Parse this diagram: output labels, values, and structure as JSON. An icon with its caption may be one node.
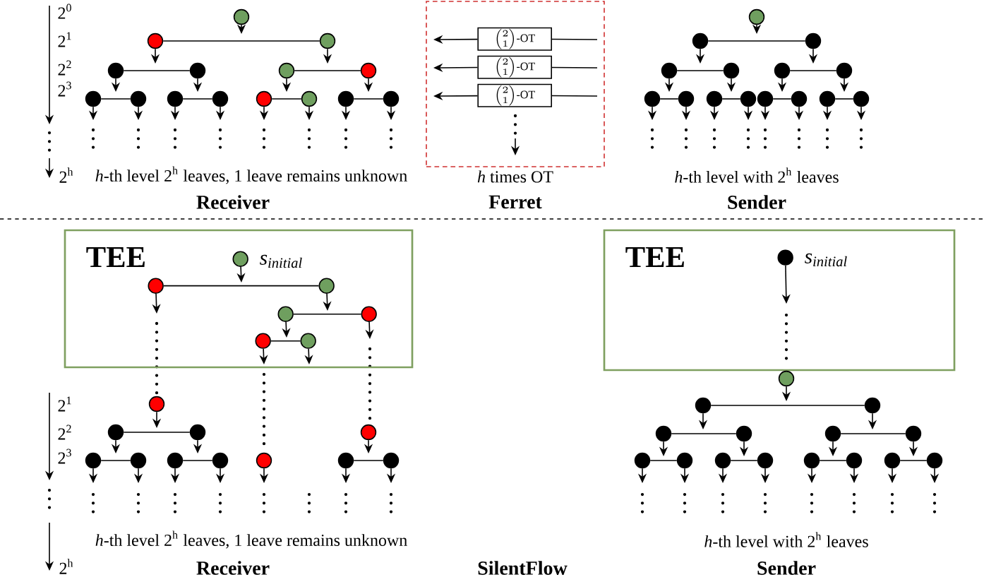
{
  "diagram": {
    "nodes": [
      {
        "text": [],
        "shape": "circle"
      },
      {
        "text": [],
        "shape": "circle"
      },
      {
        "text": [],
        "shape": "circle"
      },
      {
        "text": [],
        "shape": "circle"
      },
      {
        "text": [],
        "shape": "circle"
      },
      {
        "text": [],
        "shape": "circle"
      },
      {
        "text": [],
        "shape": "circle"
      },
      {
        "text": [],
        "shape": "circle"
      },
      {
        "text": [],
        "shape": "circle"
      },
      {
        "text": [],
        "shape": "circle"
      },
      {
        "text": [],
        "shape": "circle"
      },
      {
        "text": [],
        "shape": "circle"
      },
      {
        "text": [],
        "shape": "circle"
      },
      {
        "text": [],
        "shape": "circle"
      },
      {
        "text": [],
        "shape": "circle"
      },
      {
        "text": [
          "*h* times OT"
        ]
      },
      {
        "text": [
          "\\tbinom{2}{1}\\text{-OT}"
        ],
        "in": 15
      },
      {
        "text": [
          "\\tbinom{2}{1}\\text{-OT}"
        ],
        "in": 15
      },
      {
        "text": [
          "\\tbinom{2}{1}\\text{-OT}"
        ],
        "in": 15
      },
      {
        "text": [],
        "shape": "circle"
      },
      {
        "text": [],
        "shape": "circle"
      },
      {
        "text": [],
        "shape": "circle"
      },
      {
        "text": [],
        "shape": "circle"
      },
      {
        "text": [],
        "shape": "circle"
      },
      {
        "text": [],
        "shape": "circle"
      },
      {
        "text": [],
        "shape": "circle"
      },
      {
        "text": [],
        "shape": "circle"
      },
      {
        "text": [],
        "shape": "circle"
      },
      {
        "text": [],
        "shape": "circle"
      },
      {
        "text": [],
        "shape": "circle"
      },
      {
        "text": [],
        "shape": "circle"
      },
      {
        "text": [],
        "shape": "circle"
      },
      {
        "text": [],
        "shape": "circle"
      },
      {
        "text": [],
        "shape": "circle"
      },
      {
        "text": [
          "TEE"
        ]
      },
      {
        "text": [],
        "shape": "circle",
        "in": 34,
        "beside": [
          "*s*$_{initial}$"
        ]
      },
      {
        "text": [],
        "shape": "circle",
        "in": 34
      },
      {
        "text": [],
        "shape": "circle",
        "in": 34
      },
      {
        "text": [],
        "shape": "circle",
        "in": 34
      },
      {
        "text": [],
        "shape": "circle",
        "in": 34
      },
      {
        "text": [],
        "shape": "circle",
        "in": 34
      },
      {
        "text": [],
        "shape": "circle",
        "in": 34
      },
      {
        "text": [],
        "shape": "circle"
      },
      {
        "text": [],
        "shape": "circle"
      },
      {
        "text": [],
        "shape": "circle"
      },
      {
        "text": [],
        "shape": "circle"
      },
      {
        "text": [],
        "shape": "circle"
      },
      {
        "text": [],
        "shape": "circle"
      },
      {
        "text": [],
        "shape": "circle"
      },
      {
        "text": [],
        "shape": "circle"
      },
      {
        "text": [],
        "shape": "circle"
      },
      {
        "text": [],
        "shape": "circle"
      },
      {
        "text": [],
        "shape": "circle"
      },
      {
        "text": [
          "TEE"
        ]
      },
      {
        "text": [],
        "shape": "circle",
        "in": 53,
        "beside": [
          "*s*$_{initial}$"
        ]
      },
      {
        "text": [],
        "shape": "circle"
      },
      {
        "text": [],
        "shape": "circle"
      },
      {
        "text": [],
        "shape": "circle"
      },
      {
        "text": [],
        "shape": "circle"
      },
      {
        "text": [],
        "shape": "circle"
      },
      {
        "text": [],
        "shape": "circle"
      },
      {
        "text": [],
        "shape": "circle"
      },
      {
        "text": [],
        "shape": "circle"
      },
      {
        "text": [],
        "shape": "circle"
      },
      {
        "text": [],
        "shape": "circle"
      },
      {
        "text": [],
        "shape": "circle"
      },
      {
        "text": [],
        "shape": "circle"
      },
      {
        "text": [],
        "shape": "circle"
      },
      {
        "text": [],
        "shape": "circle"
      },
      {
        "text": [],
        "shape": "circle"
      }
    ],
    "edges": [
      {
        "from": 0,
        "to": null,
        "arrow": "to"
      },
      {
        "from": 1,
        "to": 2,
        "arrow": "none"
      },
      {
        "from": 1,
        "to": null,
        "arrow": "to"
      },
      {
        "from": 2,
        "to": null,
        "arrow": "to"
      },
      {
        "from": 3,
        "to": 4,
        "arrow": "none"
      },
      {
        "from": 5,
        "to": 6,
        "arrow": "none"
      },
      {
        "from": 3,
        "to": null,
        "arrow": "to"
      },
      {
        "from": 4,
        "to": null,
        "arrow": "to"
      },
      {
        "from": 5,
        "to": null,
        "arrow": "to"
      },
      {
        "from": 6,
        "to": null,
        "arrow": "to"
      },
      {
        "from": 7,
        "to": 8,
        "arrow": "none"
      },
      {
        "from": 9,
        "to": 10,
        "arrow": "none"
      },
      {
        "from": 11,
        "to": 12,
        "arrow": "none"
      },
      {
        "from": 13,
        "to": 14,
        "arrow": "none"
      },
      {
        "from": 7,
        "to": null,
        "arrow": "to"
      },
      {
        "from": 8,
        "to": null,
        "arrow": "to"
      },
      {
        "from": 9,
        "to": null,
        "arrow": "to"
      },
      {
        "from": 10,
        "to": null,
        "arrow": "to"
      },
      {
        "from": 11,
        "to": null,
        "arrow": "to"
      },
      {
        "from": 12,
        "to": null,
        "arrow": "to"
      },
      {
        "from": 13,
        "to": null,
        "arrow": "to"
      },
      {
        "from": 14,
        "to": null,
        "arrow": "to"
      },
      {
        "from": null,
        "to": 16,
        "arrow": "none"
      },
      {
        "from": 16,
        "to": null,
        "arrow": "to"
      },
      {
        "from": null,
        "to": 17,
        "arrow": "none"
      },
      {
        "from": 17,
        "to": null,
        "arrow": "to"
      },
      {
        "from": null,
        "to": 18,
        "arrow": "none"
      },
      {
        "from": 18,
        "to": null,
        "arrow": "to"
      },
      {
        "from": 19,
        "to": null,
        "arrow": "to"
      },
      {
        "from": 20,
        "to": 21,
        "arrow": "none"
      },
      {
        "from": 20,
        "to": null,
        "arrow": "to"
      },
      {
        "from": 21,
        "to": null,
        "arrow": "to"
      },
      {
        "from": 22,
        "to": 23,
        "arrow": "none"
      },
      {
        "from": 24,
        "to": 25,
        "arrow": "none"
      },
      {
        "from": 22,
        "to": null,
        "arrow": "to"
      },
      {
        "from": 23,
        "to": null,
        "arrow": "to"
      },
      {
        "from": 24,
        "to": null,
        "arrow": "to"
      },
      {
        "from": 25,
        "to": null,
        "arrow": "to"
      },
      {
        "from": 26,
        "to": 27,
        "arrow": "none"
      },
      {
        "from": 28,
        "to": 29,
        "arrow": "none"
      },
      {
        "from": 30,
        "to": 31,
        "arrow": "none"
      },
      {
        "from": 32,
        "to": 33,
        "arrow": "none"
      },
      {
        "from": 26,
        "to": null,
        "arrow": "to"
      },
      {
        "from": 27,
        "to": null,
        "arrow": "to"
      },
      {
        "from": 28,
        "to": null,
        "arrow": "to"
      },
      {
        "from": 29,
        "to": null,
        "arrow": "to"
      },
      {
        "from": 30,
        "to": null,
        "arrow": "to"
      },
      {
        "from": 31,
        "to": null,
        "arrow": "to"
      },
      {
        "from": 32,
        "to": null,
        "arrow": "to"
      },
      {
        "from": 33,
        "to": null,
        "arrow": "to"
      },
      {
        "from": 35,
        "to": null,
        "arrow": "to"
      },
      {
        "from": 36,
        "to": 37,
        "arrow": "none"
      },
      {
        "from": 36,
        "to": null,
        "arrow": "to"
      },
      {
        "from": 37,
        "to": null,
        "arrow": "to"
      },
      {
        "from": 38,
        "to": 39,
        "arrow": "none"
      },
      {
        "from": 38,
        "to": null,
        "arrow": "to"
      },
      {
        "from": 39,
        "to": null,
        "arrow": "to"
      },
      {
        "from": 40,
        "to": 41,
        "arrow": "none"
      },
      {
        "from": 40,
        "to": null,
        "arrow": "to"
      },
      {
        "from": 41,
        "to": null,
        "arrow": "to"
      },
      {
        "from": 42,
        "to": null,
        "arrow": "to"
      },
      {
        "from": 43,
        "to": 44,
        "arrow": "none"
      },
      {
        "from": 43,
        "to": null,
        "arrow": "to"
      },
      {
        "from": 44,
        "to": null,
        "arrow": "to"
      },
      {
        "from": 45,
        "to": 46,
        "arrow": "none"
      },
      {
        "from": 47,
        "to": 48,
        "arrow": "none"
      },
      {
        "from": 45,
        "to": null,
        "arrow": "to"
      },
      {
        "from": 46,
        "to": null,
        "arrow": "to"
      },
      {
        "from": 47,
        "to": null,
        "arrow": "to"
      },
      {
        "from": 48,
        "to": null,
        "arrow": "to"
      },
      {
        "from": 49,
        "to": null,
        "arrow": "to"
      },
      {
        "from": 50,
        "to": null,
        "arrow": "to"
      },
      {
        "from": 51,
        "to": 52,
        "arrow": "none"
      },
      {
        "from": 51,
        "to": null,
        "arrow": "to"
      },
      {
        "from": 52,
        "to": null,
        "arrow": "to"
      },
      {
        "from": 54,
        "to": null,
        "arrow": "to"
      },
      {
        "from": 55,
        "to": null,
        "arrow": "to"
      },
      {
        "from": 56,
        "to": 57,
        "arrow": "none"
      },
      {
        "from": 56,
        "to": null,
        "arrow": "to"
      },
      {
        "from": 57,
        "to": null,
        "arrow": "to"
      },
      {
        "from": 58,
        "to": 59,
        "arrow": "none"
      },
      {
        "from": 60,
        "to": 61,
        "arrow": "none"
      },
      {
        "from": 58,
        "to": null,
        "arrow": "to"
      },
      {
        "from": 59,
        "to": null,
        "arrow": "to"
      },
      {
        "from": 60,
        "to": null,
        "arrow": "to"
      },
      {
        "from": 61,
        "to": null,
        "arrow": "to"
      },
      {
        "from": 62,
        "to": 63,
        "arrow": "none"
      },
      {
        "from": 64,
        "to": 65,
        "arrow": "none"
      },
      {
        "from": 66,
        "to": 67,
        "arrow": "none"
      },
      {
        "from": 68,
        "to": 69,
        "arrow": "none"
      },
      {
        "from": 62,
        "to": null,
        "arrow": "to"
      },
      {
        "from": 63,
        "to": null,
        "arrow": "to"
      },
      {
        "from": 64,
        "to": null,
        "arrow": "to"
      },
      {
        "from": 65,
        "to": null,
        "arrow": "to"
      },
      {
        "from": 66,
        "to": null,
        "arrow": "to"
      },
      {
        "from": 67,
        "to": null,
        "arrow": "to"
      },
      {
        "from": 68,
        "to": null,
        "arrow": "to"
      },
      {
        "from": 69,
        "to": null,
        "arrow": "to"
      }
    ],
    "labels": [
      "2$^{0}$",
      "2$^{1}$",
      "2$^{2}$",
      "2$^{3}$",
      "2$^{h}$",
      "*h*-th level 2$^{h}$ leaves, 1 leave remains unknown",
      "Receiver",
      "Ferret",
      "*h*-th level with 2$^{h}$ leaves",
      "Sender",
      "2$^{1}$",
      "2$^{2}$",
      "2$^{3}$",
      "2$^{h}$",
      "*h*-th level 2$^{h}$ leaves, 1 leave remains unknown",
      "Receiver",
      "SilentFlow",
      "*h*-th level with 2$^{h}$ leaves",
      "Sender"
    ]
  }
}
